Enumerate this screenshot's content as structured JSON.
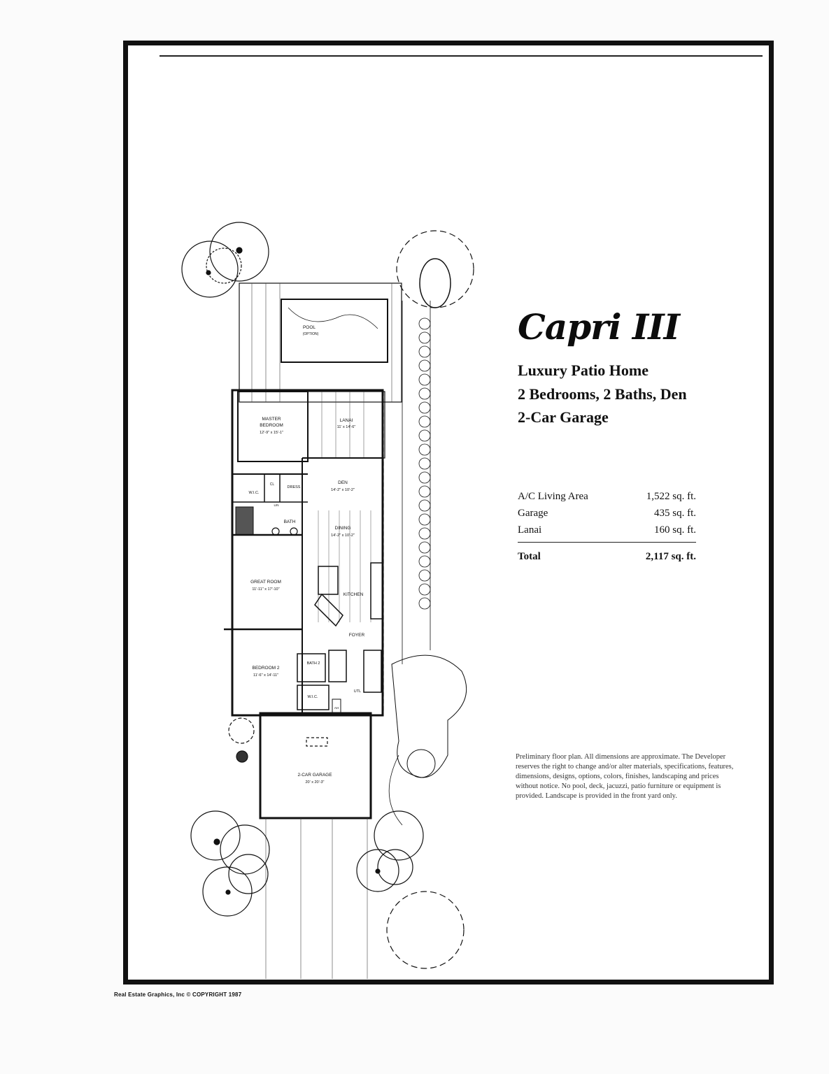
{
  "title": "Capri III",
  "subtitle_lines": [
    "Luxury Patio Home",
    "2 Bedrooms, 2 Baths, Den",
    "2-Car Garage"
  ],
  "areas": [
    {
      "label": "A/C Living Area",
      "value": "1,522 sq. ft."
    },
    {
      "label": "Garage",
      "value": "435 sq. ft."
    },
    {
      "label": "Lanai",
      "value": "160 sq. ft."
    }
  ],
  "total": {
    "label": "Total",
    "value": "2,117 sq. ft."
  },
  "disclaimer": "Preliminary floor plan. All dimensions are approximate. The Developer reserves the right to change and/or alter materials, specifications, features, dimensions, designs, options, colors, finishes, landscaping and prices without notice. No pool, deck, jacuzzi, patio furniture or equipment is provided. Landscape is provided in the front yard only.",
  "credit": "Real Estate Graphics, Inc  © COPYRIGHT 1987",
  "rooms": {
    "pool": "POOL",
    "pool_note": "(OPTION)",
    "lanai": "LANAI",
    "lanai_dim": "11' x 14'-6\"",
    "master": "MASTER",
    "master2": "BEDROOM",
    "master_dim": "12'-9\" x 15'-1\"",
    "den": "DEN",
    "den_dim": "14'-2\" x 10'-2\"",
    "wic": "W.I.C.",
    "cl": "CL",
    "dress": "DRESS",
    "bath": "BATH",
    "lin": "LIN",
    "dining": "DINING",
    "dining_dim": "14'-2\" x 10'-2\"",
    "great": "GREAT ROOM",
    "great_dim": "11'-11\" x 17'-10\"",
    "kitchen": "KITCHEN",
    "foyer": "FOYER",
    "bedroom2": "BEDROOM 2",
    "bedroom2_dim": "11'-6\" x 14'-11\"",
    "bath2": "BATH 2",
    "wic2": "W.I.C.",
    "utl": "UTL",
    "ah": "AH",
    "garage": "2-CAR GARAGE",
    "garage_dim": "20' x 20'-3\""
  }
}
